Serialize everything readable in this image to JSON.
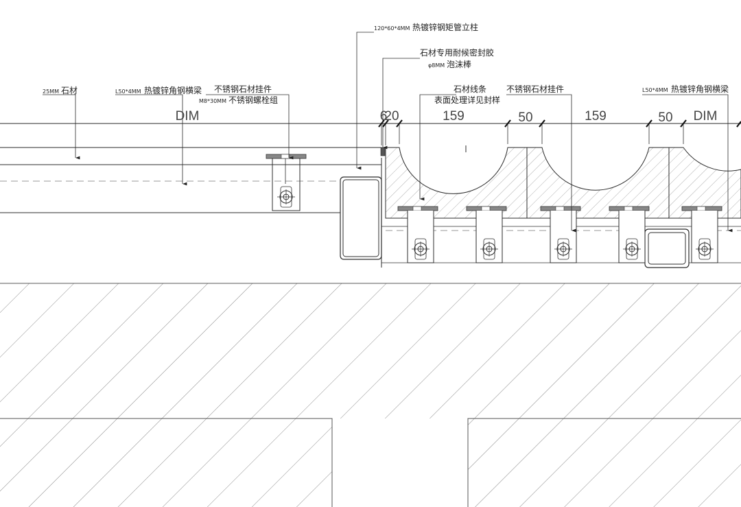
{
  "labels": {
    "stone_spec": "25MM",
    "stone": "石材",
    "angle_spec_left": "L50*4MM",
    "angle_left": "热镀锌角钢横梁",
    "stone_hanger_left": "不锈钢石材挂件",
    "bolt_spec": "M8*30MM",
    "bolt": "不锈钢螺栓组",
    "tube_spec": "120*60*4MM",
    "tube": "热镀锌钢矩管立柱",
    "sealant": "石材专用耐候密封胶",
    "foam_spec": "φ8MM",
    "foam": "泡沫棒",
    "stone_line": "石材线条",
    "surface": "表面处理详见封样",
    "stone_hanger_right": "不锈钢石材挂件",
    "angle_spec_right": "L50*4MM",
    "angle_right": "热镀锌角钢横梁"
  },
  "dimensions": {
    "d1": "DIM",
    "d2": "6",
    "d3": "20",
    "d4": "159",
    "d5": "50",
    "d6": "159",
    "d7": "50",
    "d8": "DIM"
  },
  "colors": {
    "line": "#2b2b2b",
    "hatch": "#8a8a8a",
    "dash": "#9a9a9a",
    "washer": "#888888"
  }
}
